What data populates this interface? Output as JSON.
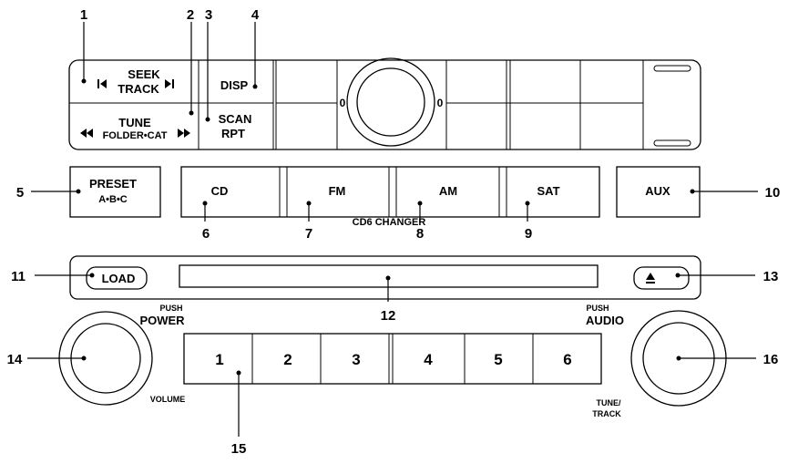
{
  "callouts": {
    "c1": "1",
    "c2": "2",
    "c3": "3",
    "c4": "4",
    "c5": "5",
    "c6": "6",
    "c7": "7",
    "c8": "8",
    "c9": "9",
    "c10": "10",
    "c11": "11",
    "c12": "12",
    "c13": "13",
    "c14": "14",
    "c15": "15",
    "c16": "16"
  },
  "top_panel": {
    "seek_line1": "SEEK",
    "seek_line2": "TRACK",
    "tune_line1": "TUNE",
    "tune_line2": "FOLDER•CAT",
    "disp": "DISP",
    "scan": "SCAN",
    "rpt": "RPT",
    "dial_left_mark": "0",
    "dial_right_mark": "0"
  },
  "source_buttons": {
    "preset_line1": "PRESET",
    "preset_line2": "A•B•C",
    "cd": "CD",
    "fm": "FM",
    "am": "AM",
    "sat": "SAT",
    "aux": "AUX"
  },
  "cd_slot": {
    "changer_label": "CD6 CHANGER",
    "load": "LOAD",
    "eject": "▲"
  },
  "power_knob": {
    "push": "PUSH",
    "power": "POWER",
    "volume": "VOLUME"
  },
  "audio_knob": {
    "push": "PUSH",
    "audio": "AUDIO",
    "tune_line1": "TUNE/",
    "tune_line2": "TRACK"
  },
  "preset_buttons": [
    "1",
    "2",
    "3",
    "4",
    "5",
    "6"
  ]
}
